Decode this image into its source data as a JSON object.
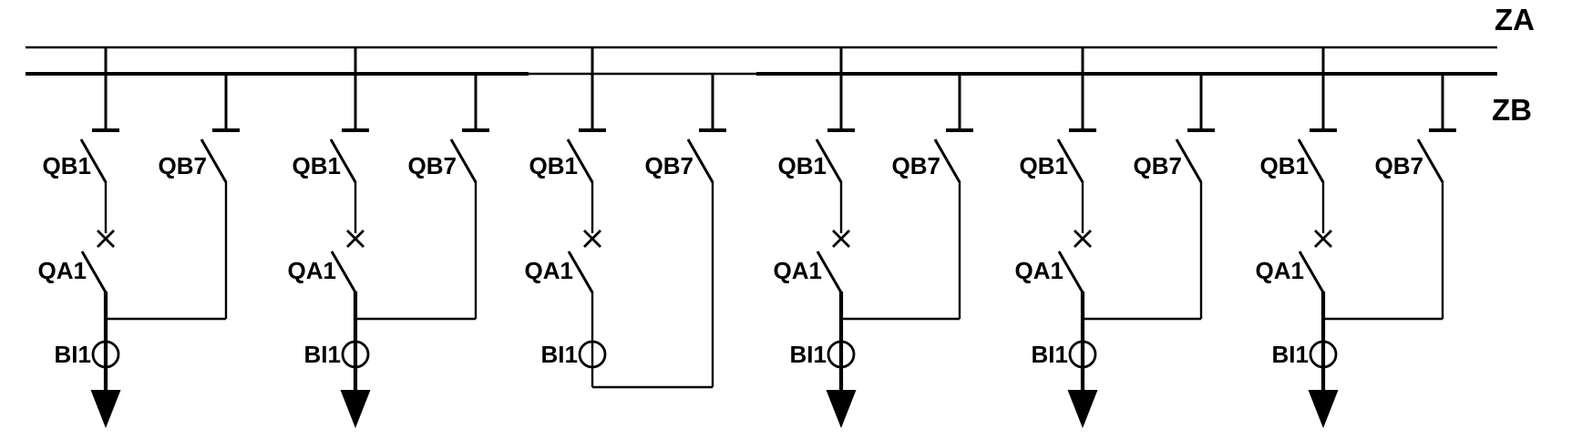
{
  "colors": {
    "line": "#000000",
    "background": "#ffffff",
    "label": "#000000"
  },
  "busbars": {
    "za_label": "ZA",
    "zb_label": "ZB"
  },
  "bays": [
    {
      "qb1_label": "QB1",
      "qb7_label": "QB7",
      "qa1_label": "QA1",
      "bi1_label": "BI1",
      "has_feeder_arrow": true
    },
    {
      "qb1_label": "QB1",
      "qb7_label": "QB7",
      "qa1_label": "QA1",
      "bi1_label": "BI1",
      "has_feeder_arrow": true
    },
    {
      "qb1_label": "QB1",
      "qb7_label": "QB7",
      "qa1_label": "QA1",
      "bi1_label": "BI1",
      "has_feeder_arrow": false
    },
    {
      "qb1_label": "QB1",
      "qb7_label": "QB7",
      "qa1_label": "QA1",
      "bi1_label": "BI1",
      "has_feeder_arrow": true
    },
    {
      "qb1_label": "QB1",
      "qb7_label": "QB7",
      "qa1_label": "QA1",
      "bi1_label": "BI1",
      "has_feeder_arrow": true
    },
    {
      "qb1_label": "QB1",
      "qb7_label": "QB7",
      "qa1_label": "QA1",
      "bi1_label": "BI1",
      "has_feeder_arrow": true
    }
  ]
}
